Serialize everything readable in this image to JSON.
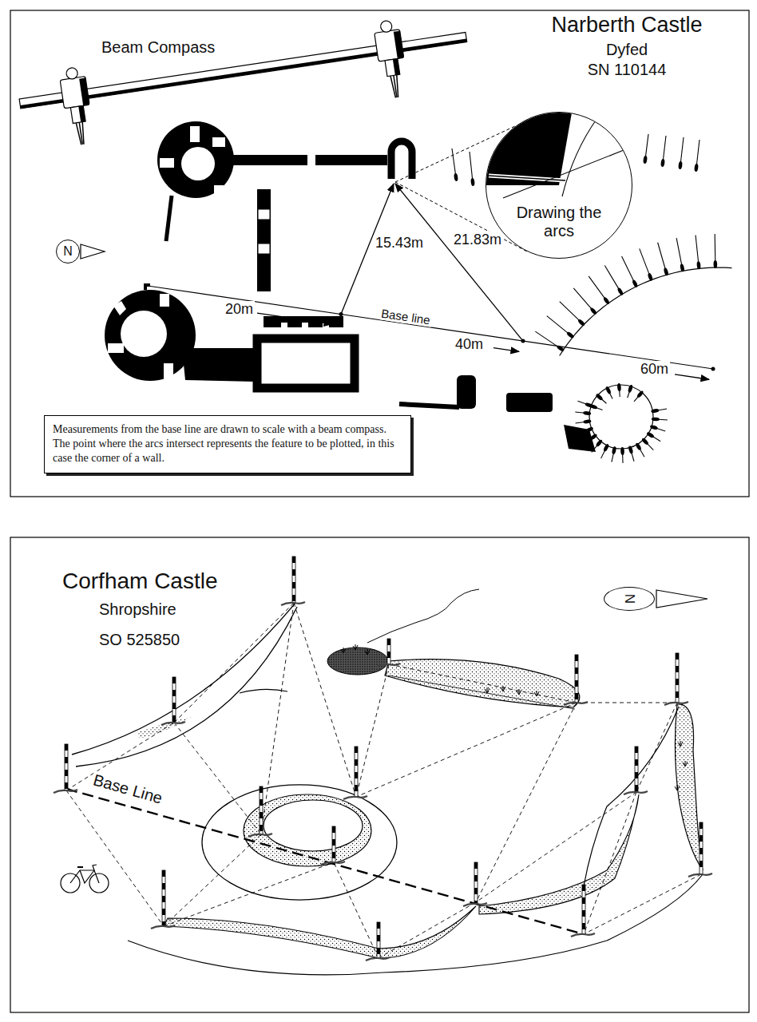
{
  "diagram": {
    "nodes": [
      {
        "text": [
          "Measurements from the base line are drawn to scale with a beam compass. The point where the arcs intersect represents the feature to be plotted, in this case the corner of a wall."
        ]
      },
      {
        "text": [
          "N"
        ]
      },
      {
        "text": [
          "Drawing the arcs"
        ]
      },
      {
        "text": [
          "N"
        ]
      }
    ],
    "labels": [
      "Beam Compass",
      "Narberth Castle",
      "Dyfed",
      "SN 110144",
      "15.43m",
      "21.83m",
      "20m",
      "Base line",
      "40m",
      "60m",
      "Corfham Castle",
      "Shropshire",
      "SO 525850",
      "Base Line"
    ]
  }
}
